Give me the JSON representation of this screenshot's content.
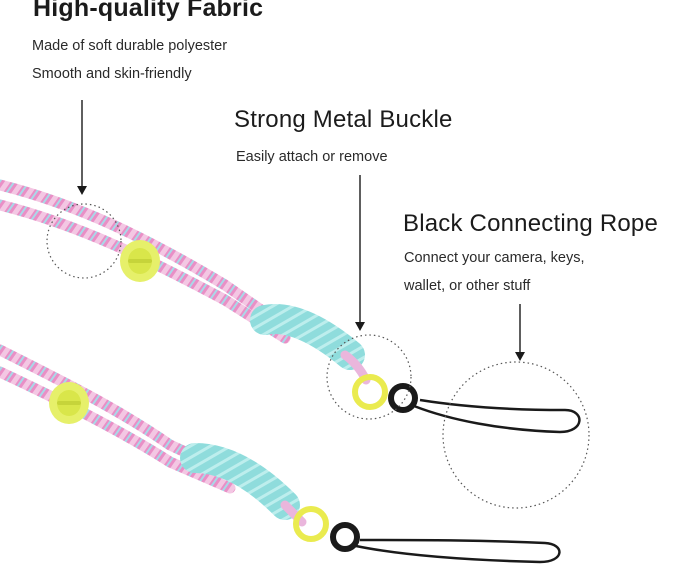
{
  "features": [
    {
      "title": "High-quality Fabric",
      "lines": [
        "Made of soft durable polyester",
        "Smooth and skin-friendly"
      ]
    },
    {
      "title": "Strong Metal Buckle",
      "lines": [
        "Easily attach or remove"
      ]
    },
    {
      "title": "Black Connecting Rope",
      "lines": [
        "Connect your camera, keys,",
        "wallet, or other stuff"
      ]
    }
  ],
  "colors": {
    "cord_pink": "#e98fc6",
    "cord_light": "#f3c7e3",
    "cord_blue": "#9fd6e6",
    "knot_teal": "#8fdcdc",
    "slider_lime": "#e6f06a",
    "ring_yellow": "#eaeb4f",
    "loop_black": "#1a1a1a",
    "callout_dots": "#555555"
  }
}
